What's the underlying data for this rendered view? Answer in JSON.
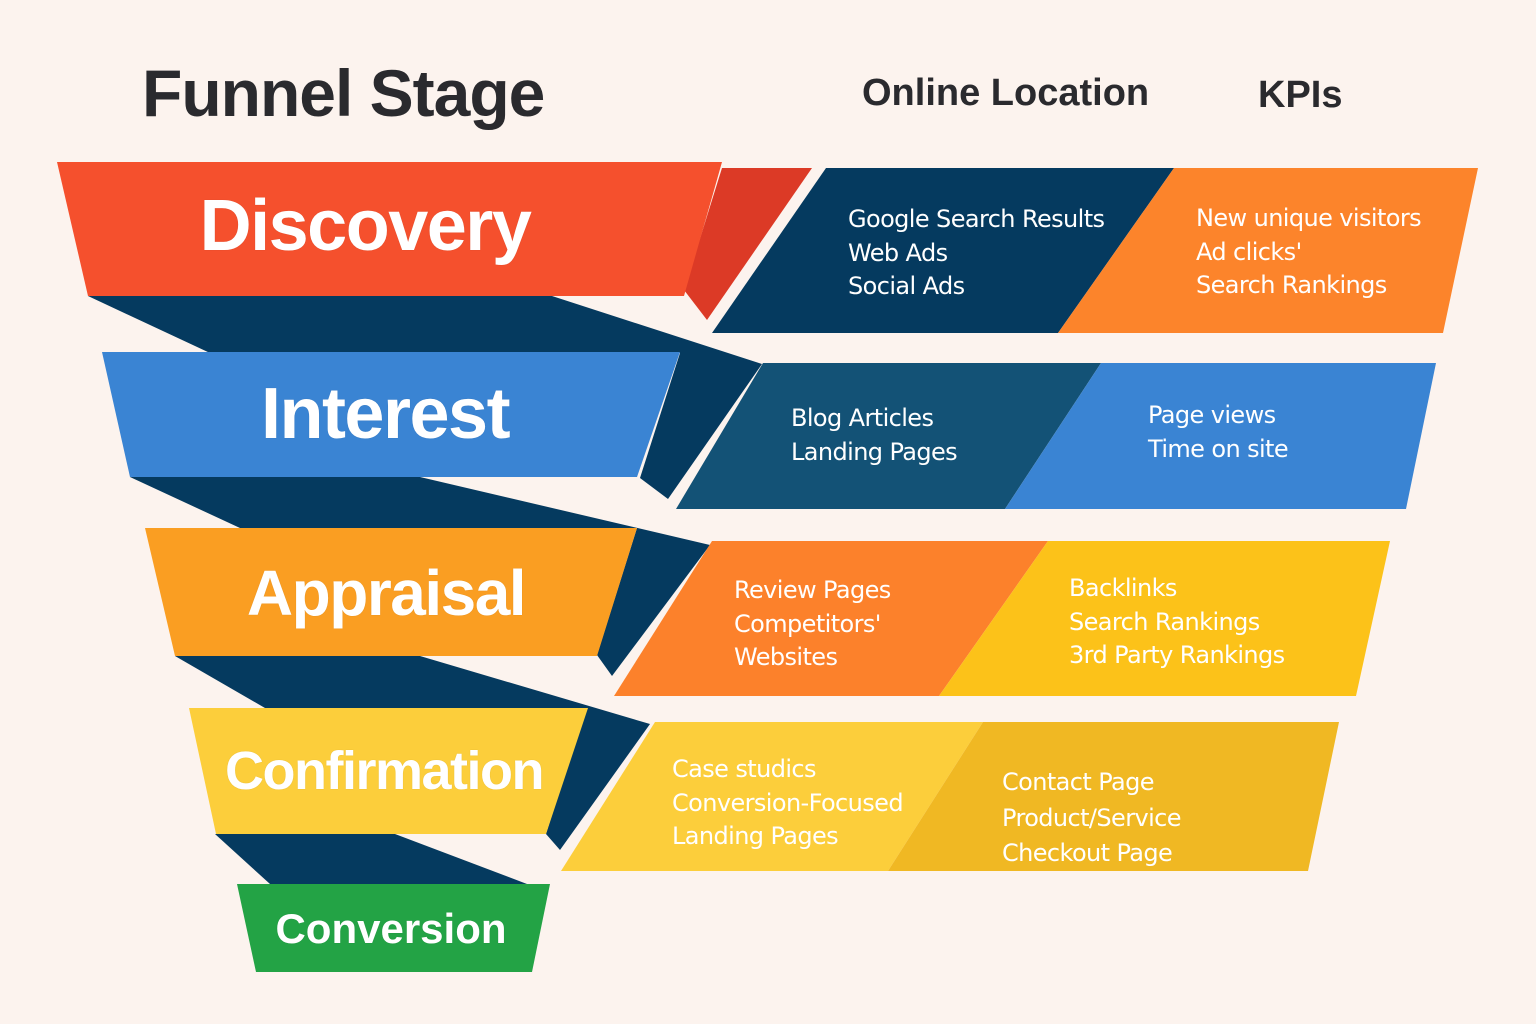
{
  "headers": {
    "stage": "Funnel Stage",
    "location": "Online Location",
    "kpis": "KPIs"
  },
  "colors": {
    "background": "#fcf3ee",
    "navy": "#053a5f",
    "discovery": "#f5502d",
    "discovery_side": "#dc3a26",
    "interest": "#3a84d3",
    "interest_location": "#135276",
    "appraisal": "#fa9e22",
    "appraisal_location": "#fc812b",
    "appraisal_kpi": "#fcc219",
    "confirmation": "#fcce3b",
    "confirmation_kpi": "#f0b823",
    "conversion": "#23a345",
    "discovery_kpi": "#fc842b"
  },
  "stages": [
    {
      "name": "Discovery",
      "locations": [
        "Google Search Results",
        "Web Ads",
        "Social Ads"
      ],
      "kpis": [
        "New unique visitors",
        "Ad clicks'",
        "Search Rankings"
      ]
    },
    {
      "name": "Interest",
      "locations": [
        "Blog Articles",
        "Landing Pages"
      ],
      "kpis": [
        "Page views",
        "Time on site"
      ]
    },
    {
      "name": "Appraisal",
      "locations": [
        "Review Pages",
        "Competitors'",
        "Websites"
      ],
      "kpis": [
        "Backlinks",
        "Search Rankings",
        "3rd Party Rankings"
      ]
    },
    {
      "name": "Confirmation",
      "locations": [
        "Case studics",
        "Conversion-Focused",
        "Landing Pages"
      ],
      "kpis": [
        "Contact Page",
        "Product/Service",
        "Checkout Page"
      ]
    },
    {
      "name": "Conversion",
      "locations": [],
      "kpis": []
    }
  ]
}
